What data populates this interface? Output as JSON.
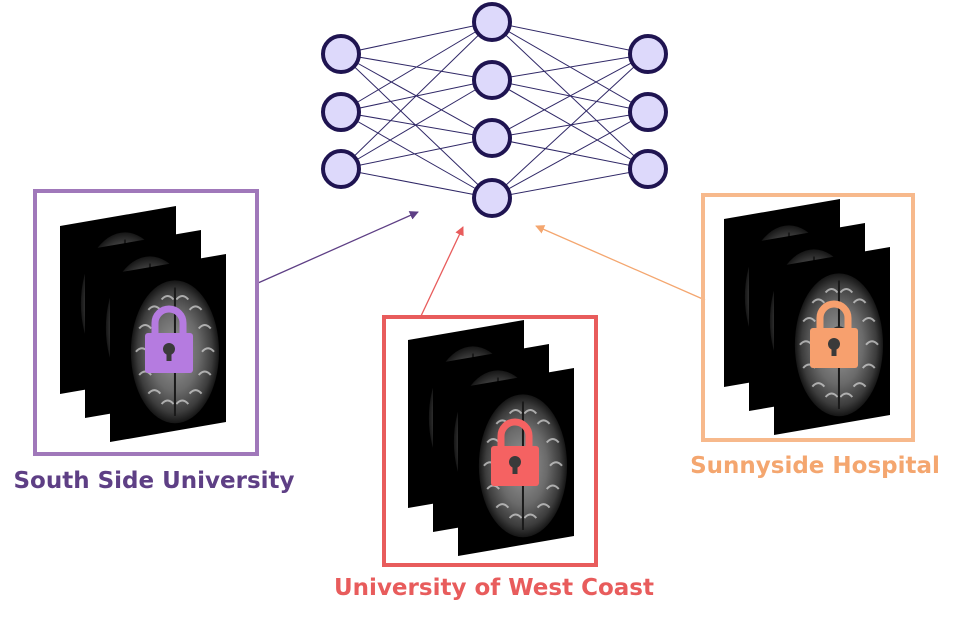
{
  "network": {
    "layers": [
      3,
      4,
      3
    ],
    "node_fill": "#ddd9fb",
    "node_stroke": "#1f1451",
    "edge_color": "#2f2766"
  },
  "sites": [
    {
      "id": "south-side",
      "name": "South Side University",
      "color": "#a078ba",
      "label_color": "#5e3f85",
      "lock_color": "#b57be0"
    },
    {
      "id": "west-coast",
      "name": "University of West Coast",
      "color": "#e85c5c",
      "label_color": "#e85c5c",
      "lock_color": "#f56262"
    },
    {
      "id": "sunnyside",
      "name": "Sunnyside Hospital",
      "color": "#f7b98c",
      "label_color": "#f4a66f",
      "lock_color": "#f7a06e"
    }
  ]
}
